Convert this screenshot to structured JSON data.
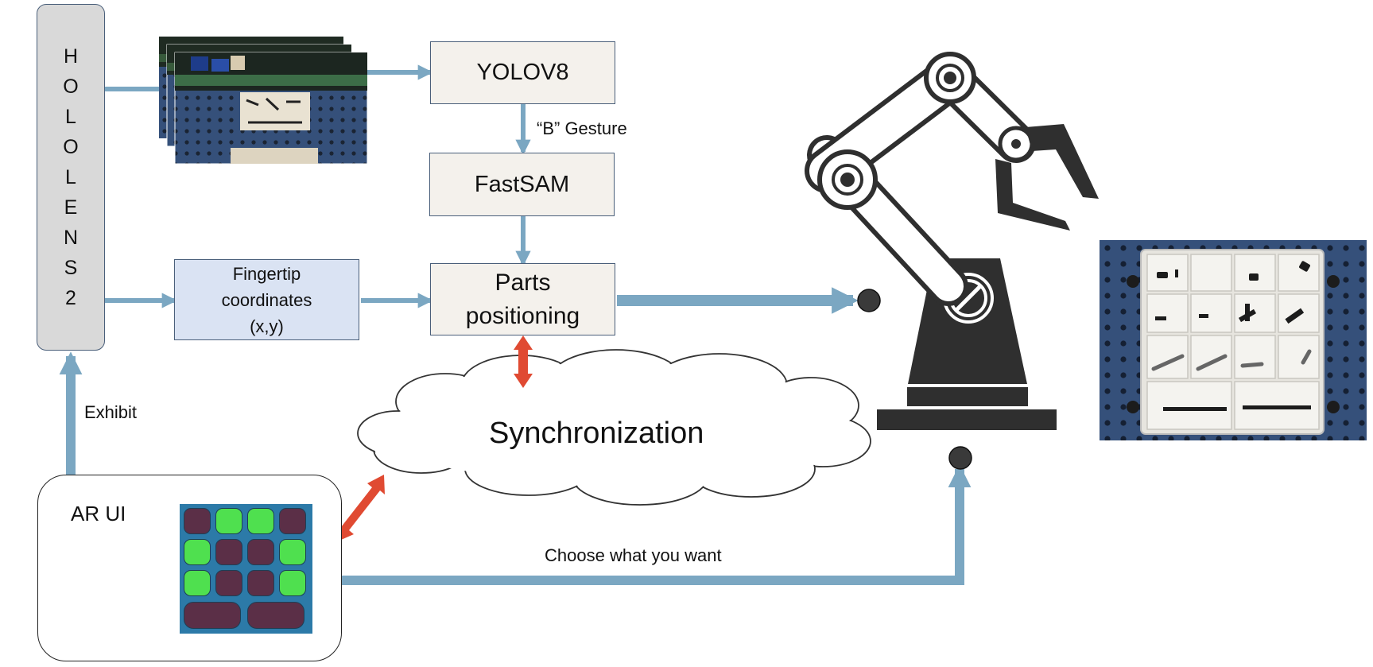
{
  "hololens": {
    "letters": [
      "H",
      "O",
      "L",
      "O",
      "L",
      "E",
      "N",
      "S",
      "2"
    ]
  },
  "nodes": {
    "yolo": "YOLOV8",
    "fastsam": "FastSAM",
    "fingertip": [
      "Fingertip",
      "coordinates",
      "(x,y)"
    ],
    "parts": [
      "Parts",
      "positioning"
    ],
    "sync": "Synchronization",
    "arui": "AR UI"
  },
  "labels": {
    "gesture": "“B” Gesture",
    "exhibit": "Exhibit",
    "choose": "Choose what you want"
  },
  "keypad": {
    "rows": [
      [
        "maroon",
        "green",
        "green",
        "maroon"
      ],
      [
        "green",
        "maroon",
        "maroon",
        "green"
      ],
      [
        "green",
        "maroon",
        "maroon",
        "green"
      ]
    ],
    "bottom_keys": [
      "maroon",
      "maroon"
    ]
  },
  "colors": {
    "flow_arrow": "#7ba7c2",
    "sync_arrow": "#e04a32",
    "robot": "#2f2f2f",
    "box_border": "#4a5f7a",
    "beige_fill": "#f4f1ec",
    "blue_fill": "#dae3f3",
    "holo_fill": "#d9d9d9",
    "key_green": "#4fe04f",
    "key_maroon": "#5b2f47",
    "keypad_bg": "#2c7aa8",
    "pegboard": "#35507a"
  }
}
